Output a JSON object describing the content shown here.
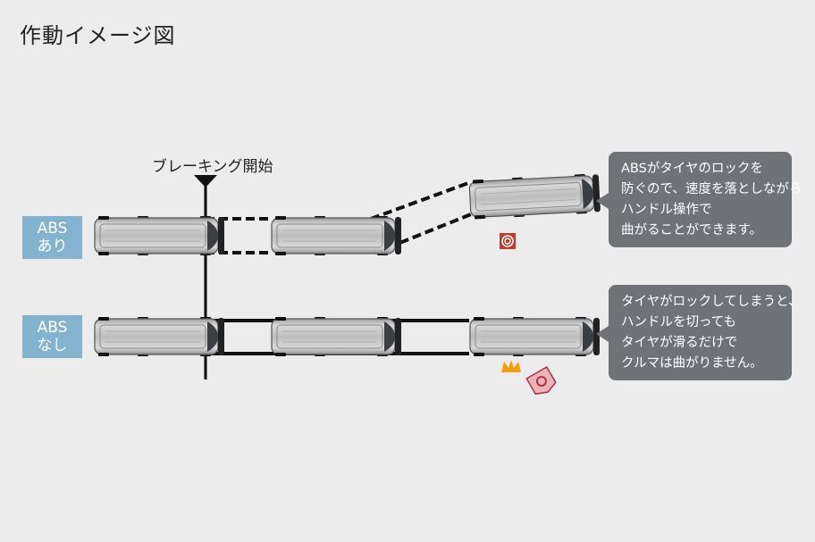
{
  "title": "作動イメージ図",
  "brake_label": "ブレーキング開始",
  "rows": [
    {
      "label_line1": "ABS",
      "label_line2": "あり"
    },
    {
      "label_line1": "ABS",
      "label_line2": "なし"
    }
  ],
  "notes": [
    {
      "lines": [
        "ABSがタイヤのロックを",
        "防ぐので、速度を落としながら",
        "ハンドル操作で",
        "曲がることができます。"
      ]
    },
    {
      "lines": [
        "タイヤがロックしてしまうと、",
        "ハンドルを切っても",
        "タイヤが滑るだけで",
        "クルマは曲がりません。"
      ]
    }
  ],
  "colors": {
    "background": "#ececec",
    "label_bg": "#84b3d0",
    "note_bg": "#6f7378",
    "track": "#111111",
    "abs_icon": "#c0392b",
    "warning_icon": "#f39c12"
  },
  "icons": [
    "abs-warning-icon",
    "skid-icon",
    "locked-tire-icon"
  ]
}
